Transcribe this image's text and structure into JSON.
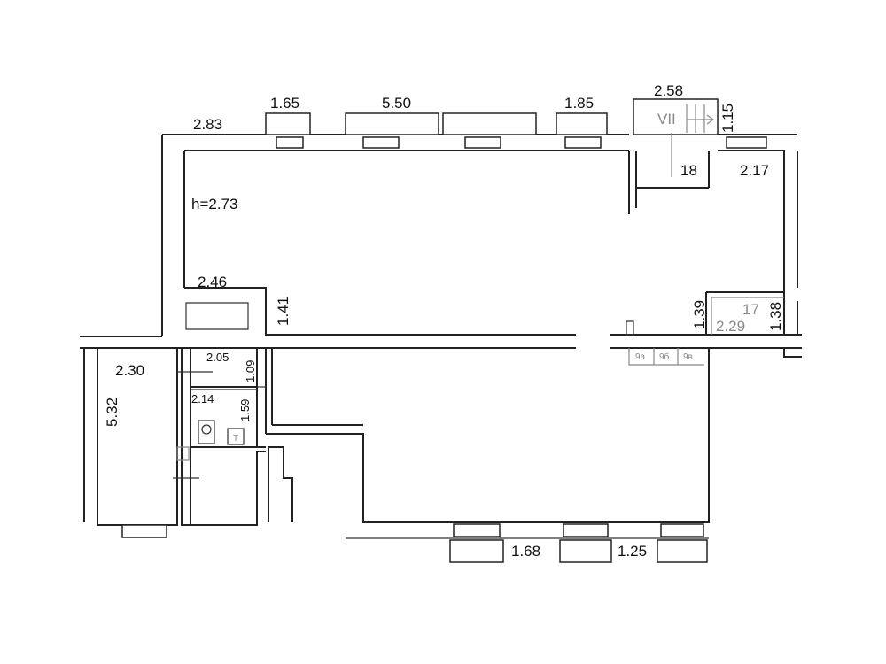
{
  "plan": {
    "dimensions": {
      "top_left_wall": "2.83",
      "window_1": "1.65",
      "window_2": "5.50",
      "window_3": "1.85",
      "stair_width": "2.58",
      "stair_depth": "1.15",
      "room_18_width": "2.17",
      "ceiling_height": "h=2.73",
      "niche_width": "2.46",
      "niche_depth": "1.41",
      "room_17_left": "1.39",
      "room_17_width": "2.29",
      "room_17_right": "1.38",
      "left_room_width": "2.30",
      "left_room_length": "5.32",
      "wc_upper_width": "2.05",
      "wc_upper_depth": "1.09",
      "wc_lower_width": "2.14",
      "wc_lower_depth": "1.59",
      "bottom_window_1": "1.68",
      "bottom_window_2": "1.25"
    },
    "room_labels": {
      "stair": "VII",
      "room_18": "18",
      "room_17": "17",
      "closet_a1": "9а",
      "closet_b": "9б",
      "closet_a2": "9в",
      "fixture_t": "T"
    }
  }
}
